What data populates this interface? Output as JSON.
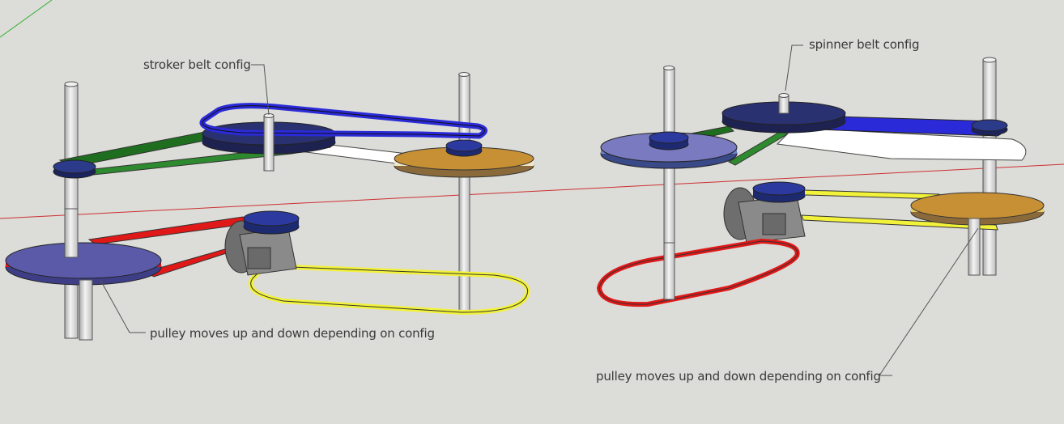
{
  "labels": {
    "stroker": "stroker belt config",
    "spinner": "spinner belt config",
    "pulley_left": "pulley moves up and down depending on config",
    "pulley_right": "pulley moves up and down depending on config"
  },
  "colors": {
    "background": "#dcdcd9",
    "belt_blue": "#2a2ad8",
    "belt_green": "#1f6e1f",
    "belt_red": "#e01818",
    "belt_yellow": "#f2f23a",
    "belt_white": "#ffffff",
    "pulley_purple": "#5a5aa8",
    "pulley_orange": "#c89034",
    "pulley_navy": "#20286a",
    "motor_gray": "#7a7a7a",
    "shaft": "#e8e8e8",
    "axis_red": "#cc3030",
    "axis_green": "#30b030"
  }
}
